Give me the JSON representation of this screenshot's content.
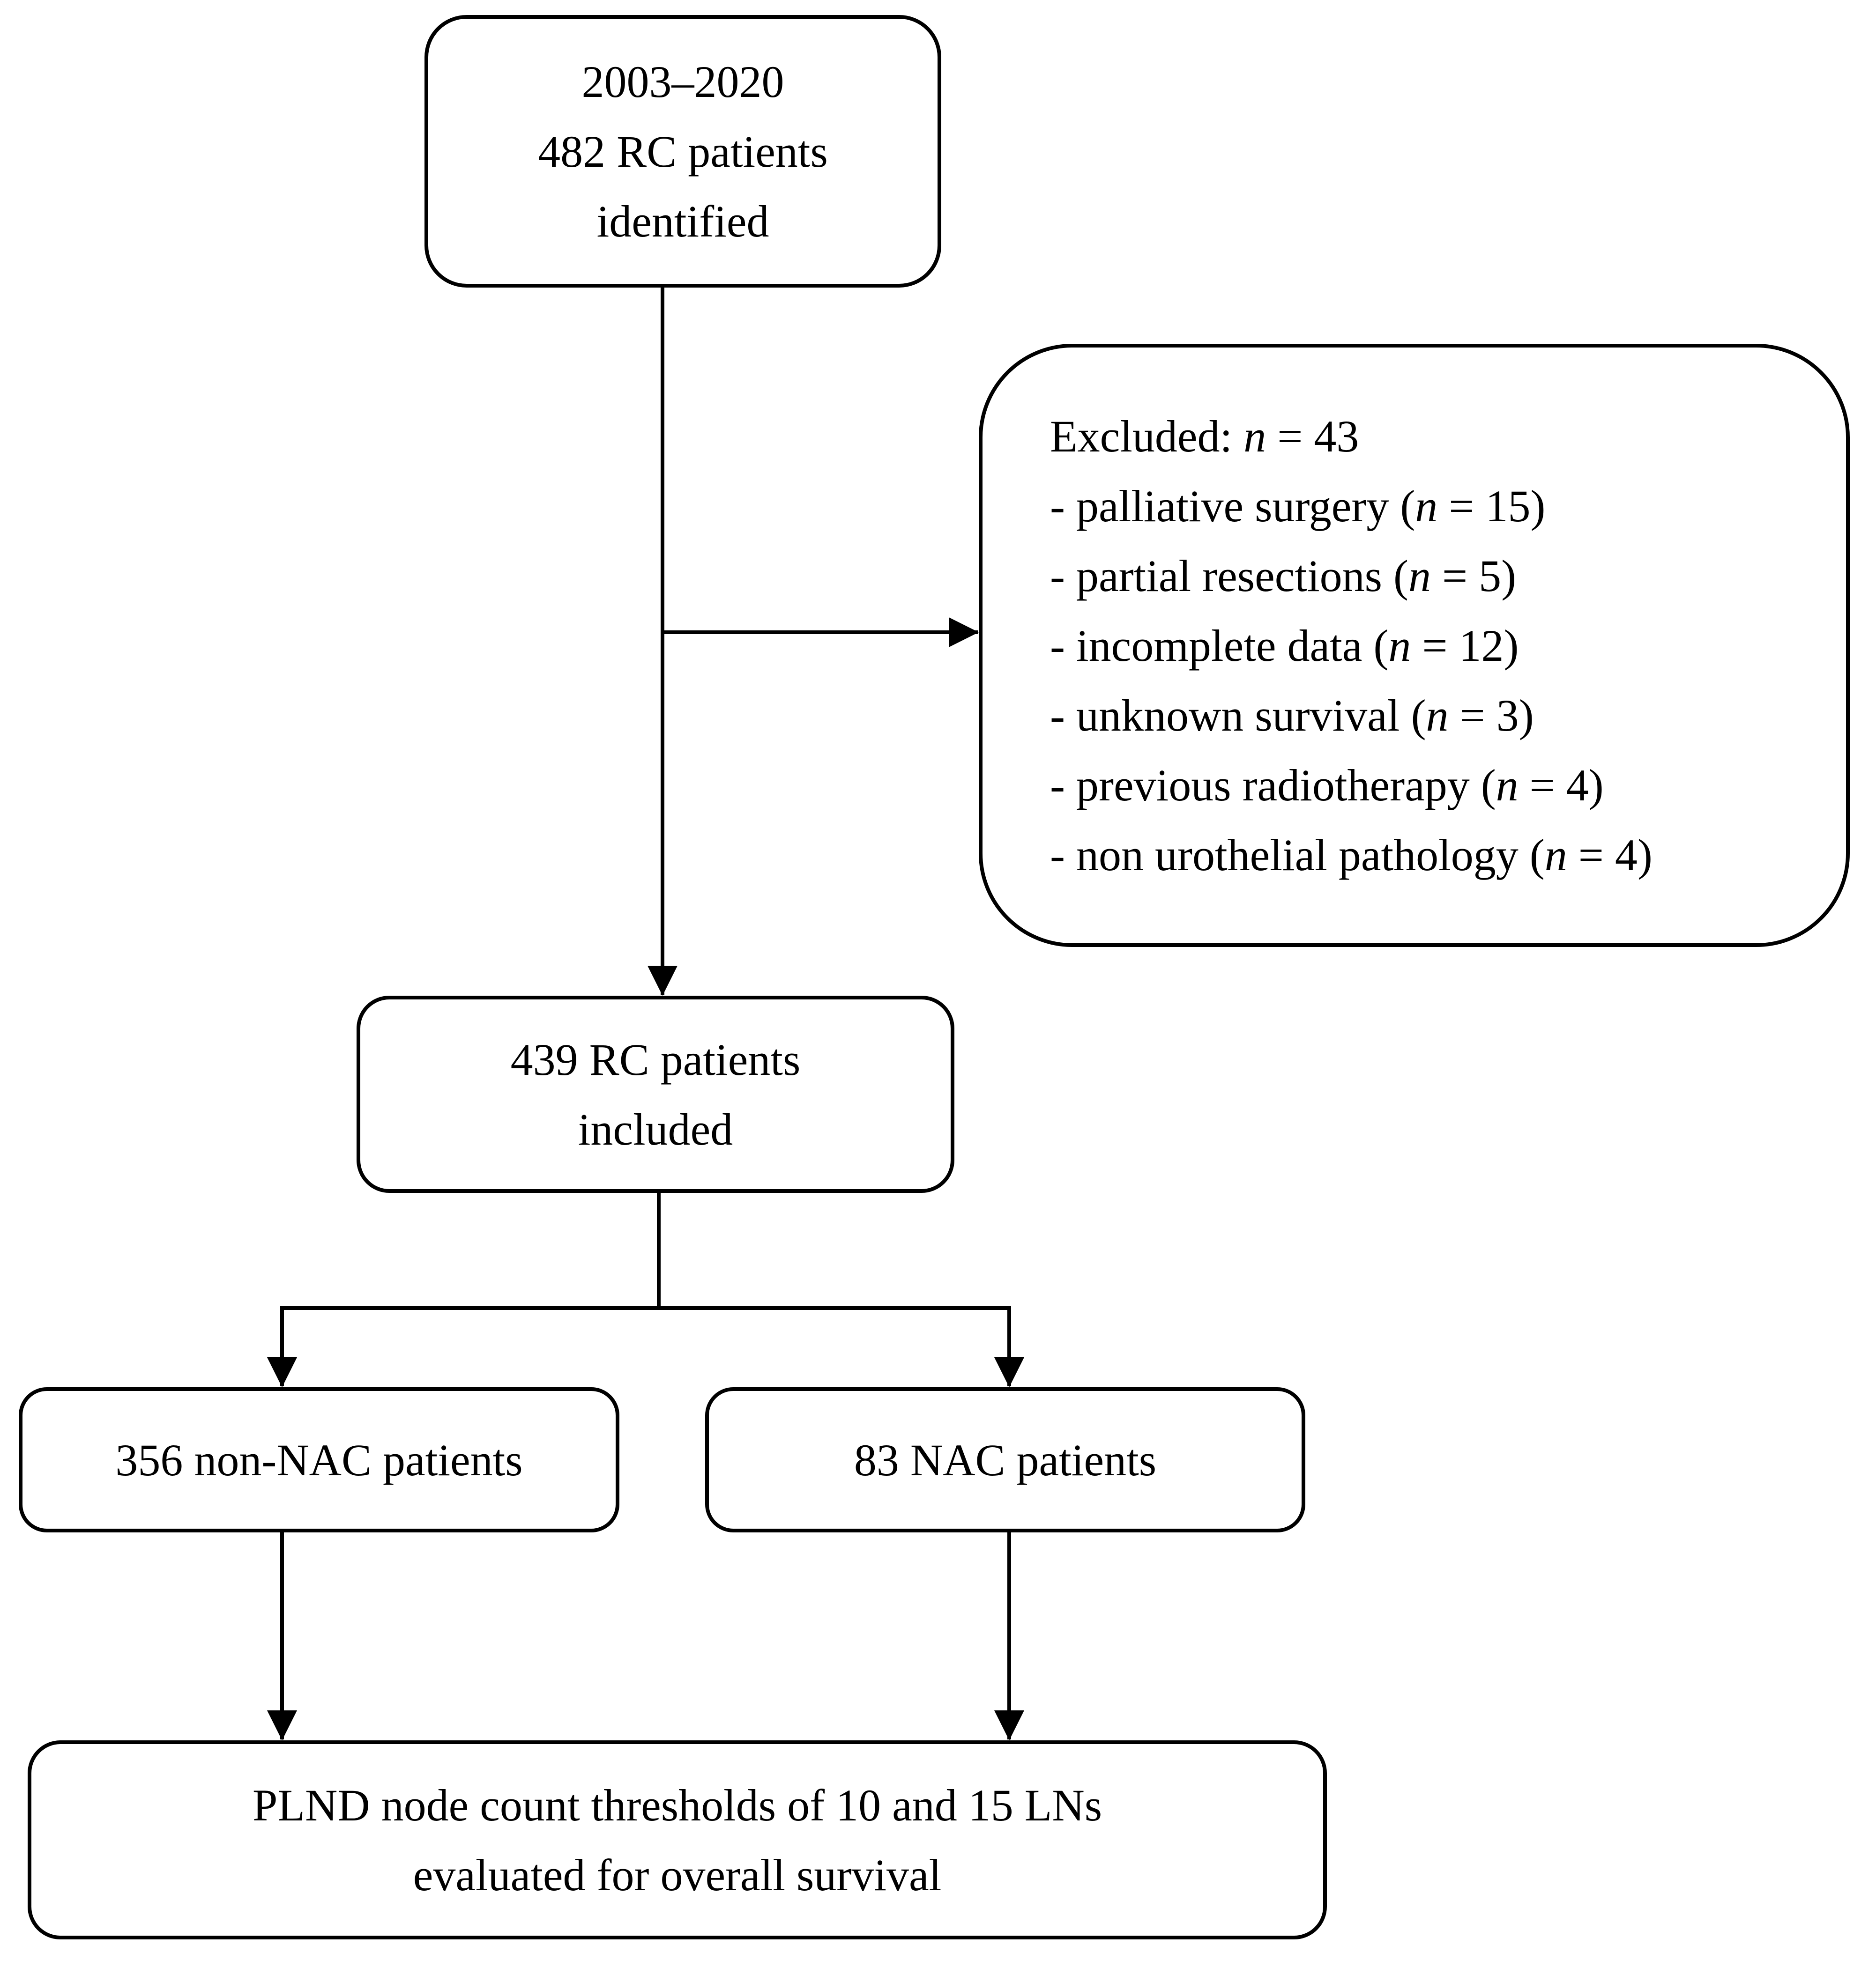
{
  "boxes": {
    "start": {
      "lines": [
        "2003–2020",
        "482 RC patients",
        "identified"
      ]
    },
    "excluded": {
      "header": {
        "prefix": "Excluded: ",
        "n": "n",
        "count": " = 43"
      },
      "items": [
        {
          "label": "- palliative surgery (",
          "n": "n",
          "count": " = 15)"
        },
        {
          "label": "- partial resections (",
          "n": "n",
          "count": " = 5)"
        },
        {
          "label": "- incomplete data (",
          "n": "n",
          "count": " = 12)"
        },
        {
          "label": "- unknown survival (",
          "n": "n",
          "count": " = 3)"
        },
        {
          "label": "- previous radiotherapy (",
          "n": "n",
          "count": " = 4)"
        },
        {
          "label": "- non urothelial pathology (",
          "n": "n",
          "count": " = 4)"
        }
      ]
    },
    "included": {
      "lines": [
        "439 RC patients",
        "included"
      ]
    },
    "non_nac": {
      "lines": [
        "356 non-NAC patients"
      ]
    },
    "nac": {
      "lines": [
        "83 NAC patients"
      ]
    },
    "final": {
      "lines": [
        "PLND node count thresholds of 10 and 15 LNs",
        "evaluated for overall survival"
      ]
    }
  },
  "colors": {
    "line": "#000000",
    "background": "#ffffff"
  }
}
